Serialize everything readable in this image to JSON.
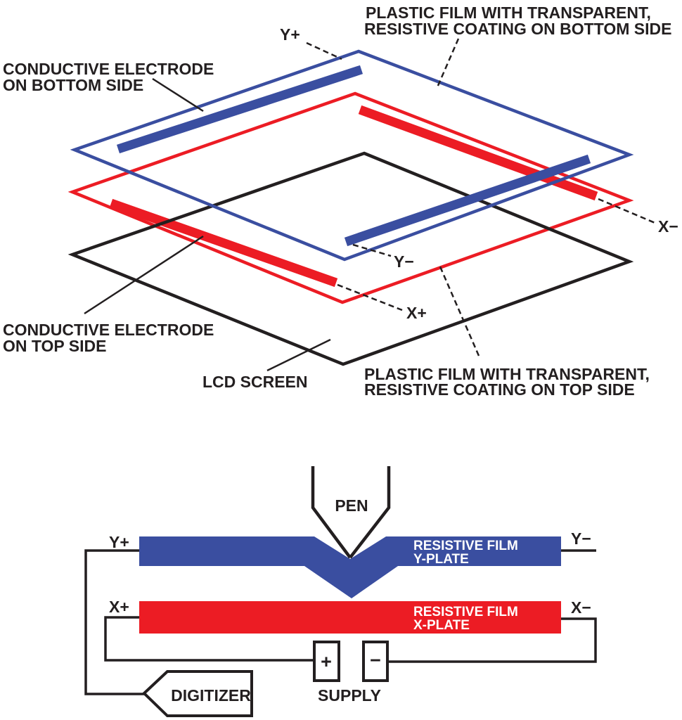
{
  "colors": {
    "film_blue": "#3A4EA0",
    "film_red": "#EC1C24",
    "line_black": "#231F20",
    "background": "#FFFFFF",
    "label_white": "#FFFFFF"
  },
  "exploded_view": {
    "labels": {
      "plastic_film_bottom_line1": "PLASTIC FILM WITH TRANSPARENT,",
      "plastic_film_bottom_line2": "RESISTIVE COATING ON BOTTOM SIDE",
      "conductive_electrode_bottom_line1": "CONDUCTIVE ELECTRODE",
      "conductive_electrode_bottom_line2": "ON BOTTOM SIDE",
      "conductive_electrode_top_line1": "CONDUCTIVE ELECTRODE",
      "conductive_electrode_top_line2": "ON TOP SIDE",
      "lcd_screen": "LCD SCREEN",
      "plastic_film_top_line1": "PLASTIC FILM WITH TRANSPARENT,",
      "plastic_film_top_line2": "RESISTIVE COATING ON TOP SIDE",
      "terminal_y_plus": "Y+",
      "terminal_y_minus": "Y−",
      "terminal_x_plus": "X+",
      "terminal_x_minus": "X−"
    }
  },
  "cross_section": {
    "pen_label": "PEN",
    "y_plate_line1": "RESISTIVE FILM",
    "y_plate_line2": "Y-PLATE",
    "x_plate_line1": "RESISTIVE FILM",
    "x_plate_line2": "X-PLATE",
    "terminal_y_plus": "Y+",
    "terminal_y_minus": "Y−",
    "terminal_x_plus": "X+",
    "terminal_x_minus": "X−",
    "supply_plus": "+",
    "supply_minus": "−",
    "supply_label": "SUPPLY",
    "digitizer_label": "DIGITIZER"
  }
}
